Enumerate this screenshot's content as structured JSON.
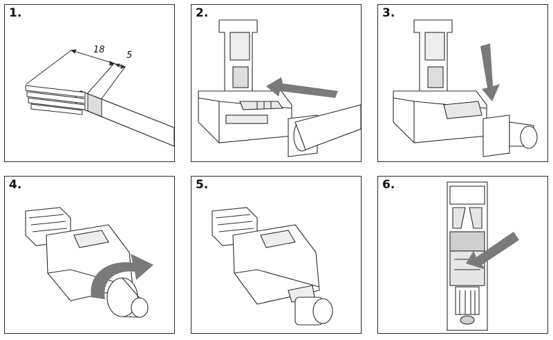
{
  "steps": [
    {
      "number": "1.",
      "dimensions": {
        "strip_length": "18",
        "shield_length": "5"
      }
    },
    {
      "number": "2."
    },
    {
      "number": "3."
    },
    {
      "number": "4."
    },
    {
      "number": "5."
    },
    {
      "number": "6."
    }
  ],
  "colors": {
    "line": "#2a2a2a",
    "arrow_fill": "#7a7a7a",
    "shade": "#cfcfcf",
    "light_shade": "#e6e6e6"
  }
}
